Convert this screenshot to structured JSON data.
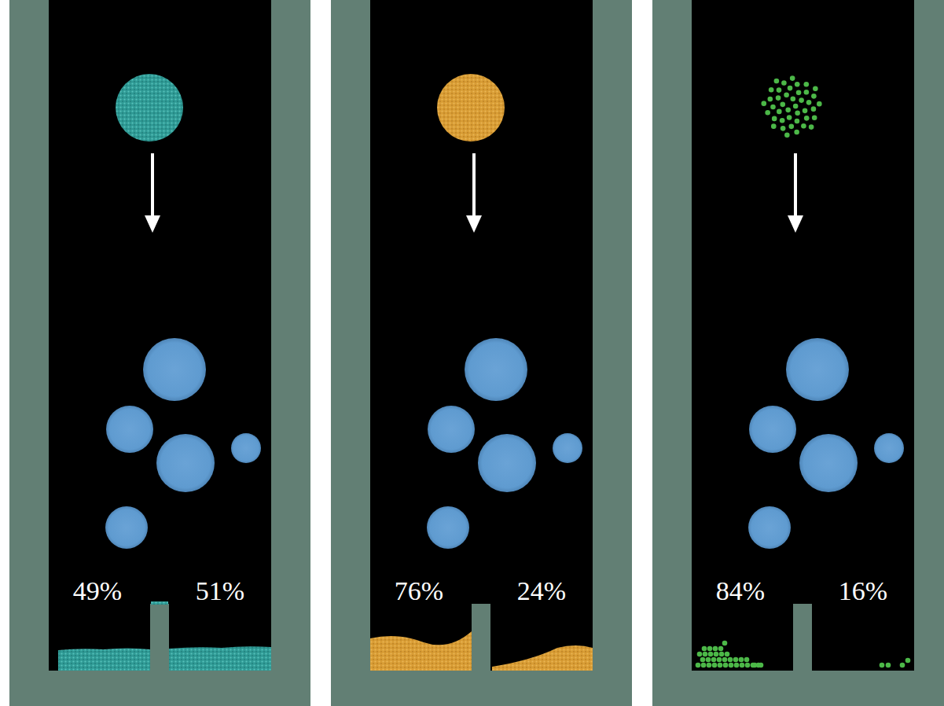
{
  "diagram": {
    "labels": [
      "49%",
      "51%",
      "76%",
      "24%",
      "84%",
      "16%"
    ]
  }
}
